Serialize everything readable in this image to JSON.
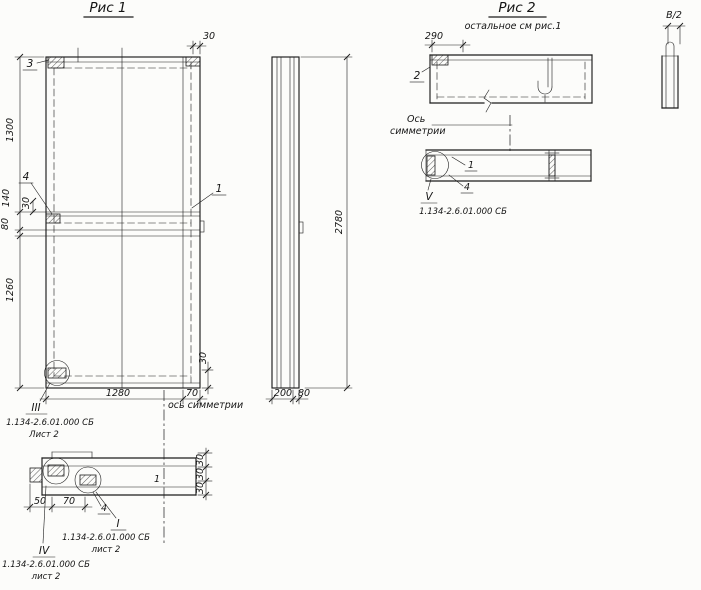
{
  "fig1": {
    "title": "Рис 1",
    "axis_label": "ось симметрии",
    "markers": {
      "m3": "3",
      "m4": "4",
      "m1": "1",
      "miii": "III"
    },
    "ref_iii": {
      "code": "1.134-2.6.01.000 СБ",
      "sheet": "Лист 2"
    },
    "dims": {
      "h1300": "1300",
      "h140": "140",
      "h30": "30",
      "h80": "80",
      "h1260": "1260",
      "top30": "30",
      "bottom30": "30",
      "w1280": "1280",
      "w70": "70"
    }
  },
  "side": {
    "dims": {
      "h2780": "2780",
      "w200": "200",
      "w80": "80"
    }
  },
  "fig2": {
    "title": "Рис 2",
    "subtitle": "остальное см рис.1",
    "axis_label1": "Ось",
    "axis_label2": "симметрии",
    "markers": {
      "m2": "2",
      "m1": "1",
      "m4": "4",
      "mv": "V"
    },
    "ref_v": {
      "code": "1.134-2.6.01.000 СБ"
    },
    "dims": {
      "w290": "290",
      "b2": "В/2"
    }
  },
  "detail": {
    "markers": {
      "mi": "I",
      "miv": "IV",
      "m4": "4",
      "m1": "1"
    },
    "dims": {
      "w50": "50",
      "w70": "70",
      "t30a": "30",
      "t30b": "30",
      "t30c": "30"
    },
    "ref_i": {
      "code": "1.134-2.6.01.000 СБ",
      "sheet": "лист 2"
    },
    "ref_iv": {
      "code": "1.134-2.6.01.000 СБ",
      "sheet": "лист 2"
    }
  }
}
